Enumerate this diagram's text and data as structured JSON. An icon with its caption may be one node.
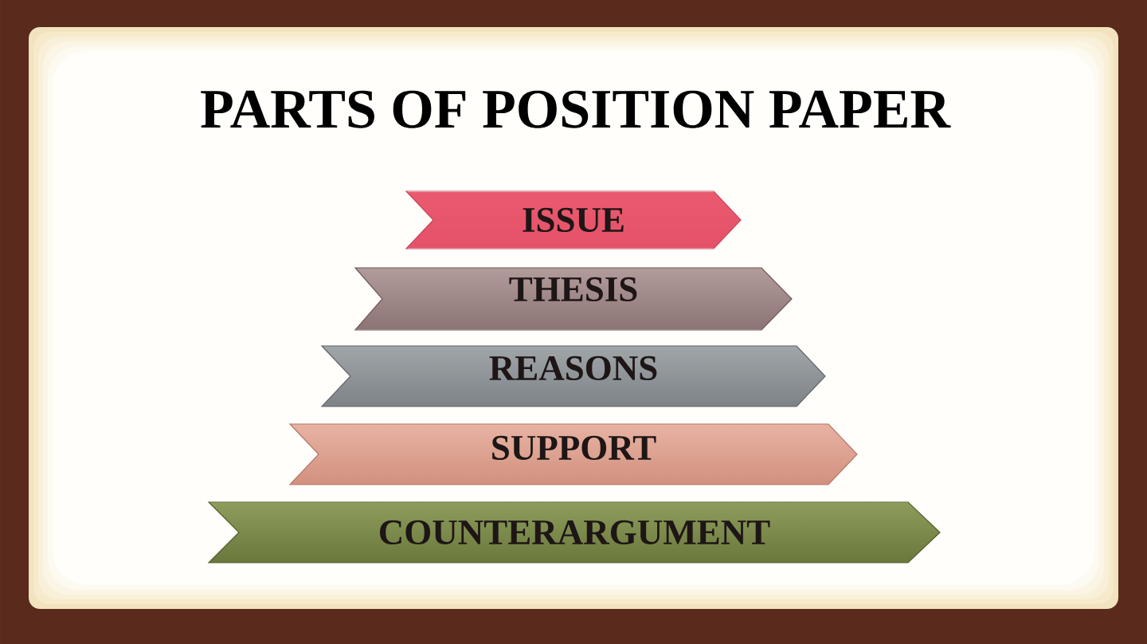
{
  "diagram": {
    "title": "PARTS OF POSITION PAPER",
    "nodes": [
      {
        "text": [
          "ISSUE"
        ]
      },
      {
        "text": [
          "THESIS"
        ]
      },
      {
        "text": [
          "REASONS"
        ]
      },
      {
        "text": [
          "SUPPORT"
        ]
      },
      {
        "text": [
          "COUNTERARGUMENT"
        ]
      }
    ]
  }
}
